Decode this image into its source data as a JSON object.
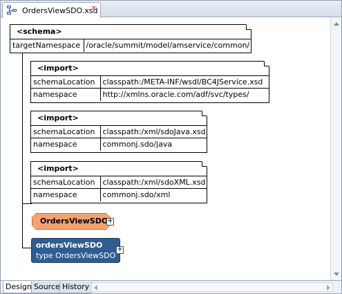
{
  "editor": {
    "tab_title": "OrdersViewSDO.xsd",
    "tab_icon": "xsd-schema-icon"
  },
  "schema": {
    "header": "<schema>",
    "attrs": [
      {
        "name": "targetNamespace",
        "value": "/oracle/summit/model/amservice/common/"
      }
    ]
  },
  "imports": [
    {
      "header": "<import>",
      "schemaLocation_label": "schemaLocation",
      "schemaLocation": "classpath:/META-INF/wsdl/BC4JService.xsd",
      "namespace_label": "namespace",
      "namespace": "http://xmlns.oracle.com/adf/svc/types/"
    },
    {
      "header": "<import>",
      "schemaLocation_label": "schemaLocation",
      "schemaLocation": "classpath:/xml/sdoJava.xsd",
      "namespace_label": "namespace",
      "namespace": "commonj.sdo/java"
    },
    {
      "header": "<import>",
      "schemaLocation_label": "schemaLocation",
      "schemaLocation": "classpath:/xml/sdoXML.xsd",
      "namespace_label": "namespace",
      "namespace": "commonj.sdo/xml"
    }
  ],
  "complex_type": {
    "name": "OrdersViewSDO",
    "color": "#f5a26f"
  },
  "element": {
    "name": "ordersViewSDO",
    "type_line": "type  OrdersViewSDO",
    "color": "#2f5d92"
  },
  "bottom_tabs": [
    "Design",
    "Source",
    "History"
  ],
  "active_bottom_tab": "Design"
}
